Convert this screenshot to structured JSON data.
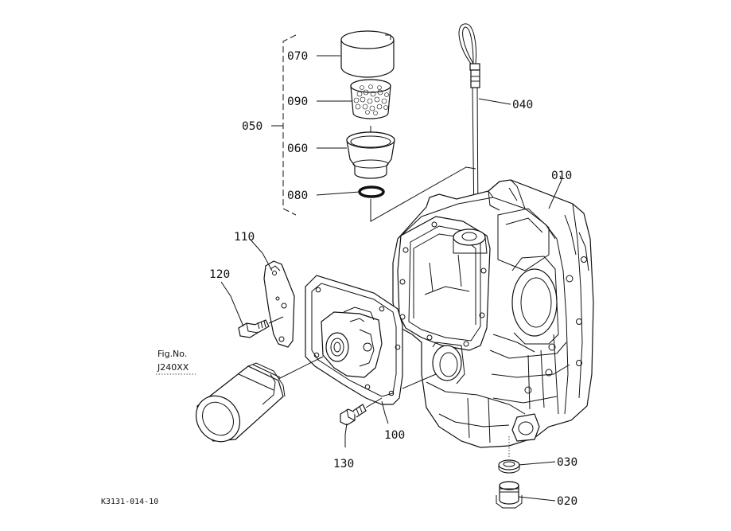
{
  "diagram": {
    "labels": {
      "p010": "010",
      "p020": "020",
      "p030": "030",
      "p040": "040",
      "p050": "050",
      "p060": "060",
      "p070": "070",
      "p080": "080",
      "p090": "090",
      "p100": "100",
      "p110": "110",
      "p120": "120",
      "p130": "130"
    },
    "figure_ref": {
      "title": "Fig.No.",
      "number": "J240XX"
    },
    "drawing_code": "K3131-014-10"
  }
}
